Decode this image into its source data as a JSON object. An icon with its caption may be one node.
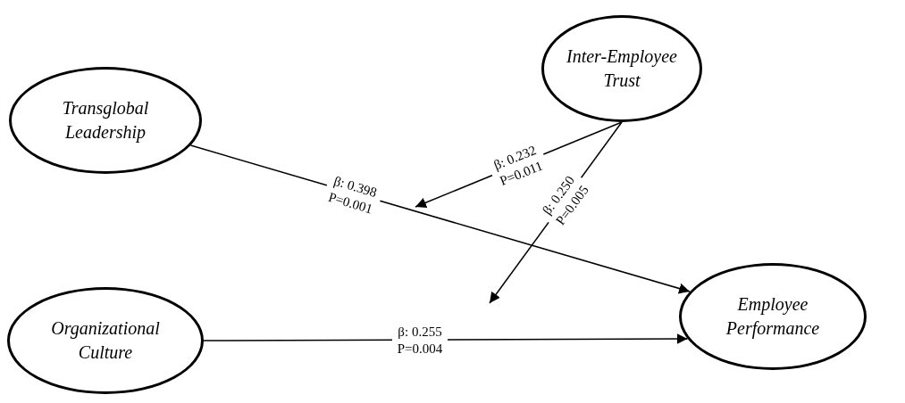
{
  "diagram": {
    "nodes": [
      {
        "text": [
          "Transglobal Leadership"
        ]
      },
      {
        "text": [
          "Inter-Employee Trust"
        ]
      },
      {
        "text": [
          "Organizational Culture"
        ]
      },
      {
        "text": [
          "Employee Performance"
        ]
      }
    ],
    "edges": [
      {
        "from": 0,
        "to": 3,
        "arrow": "to",
        "label": "β: 0.398 P=0.001"
      },
      {
        "from": 1,
        "to": null,
        "arrow": "to",
        "label": "β: 0.232 P=0.011"
      },
      {
        "from": 1,
        "to": null,
        "arrow": "to",
        "label": "β: 0.250 P=0.005"
      },
      {
        "from": 2,
        "to": 3,
        "arrow": "to",
        "label": "β: 0.255 P=0.004"
      }
    ]
  }
}
